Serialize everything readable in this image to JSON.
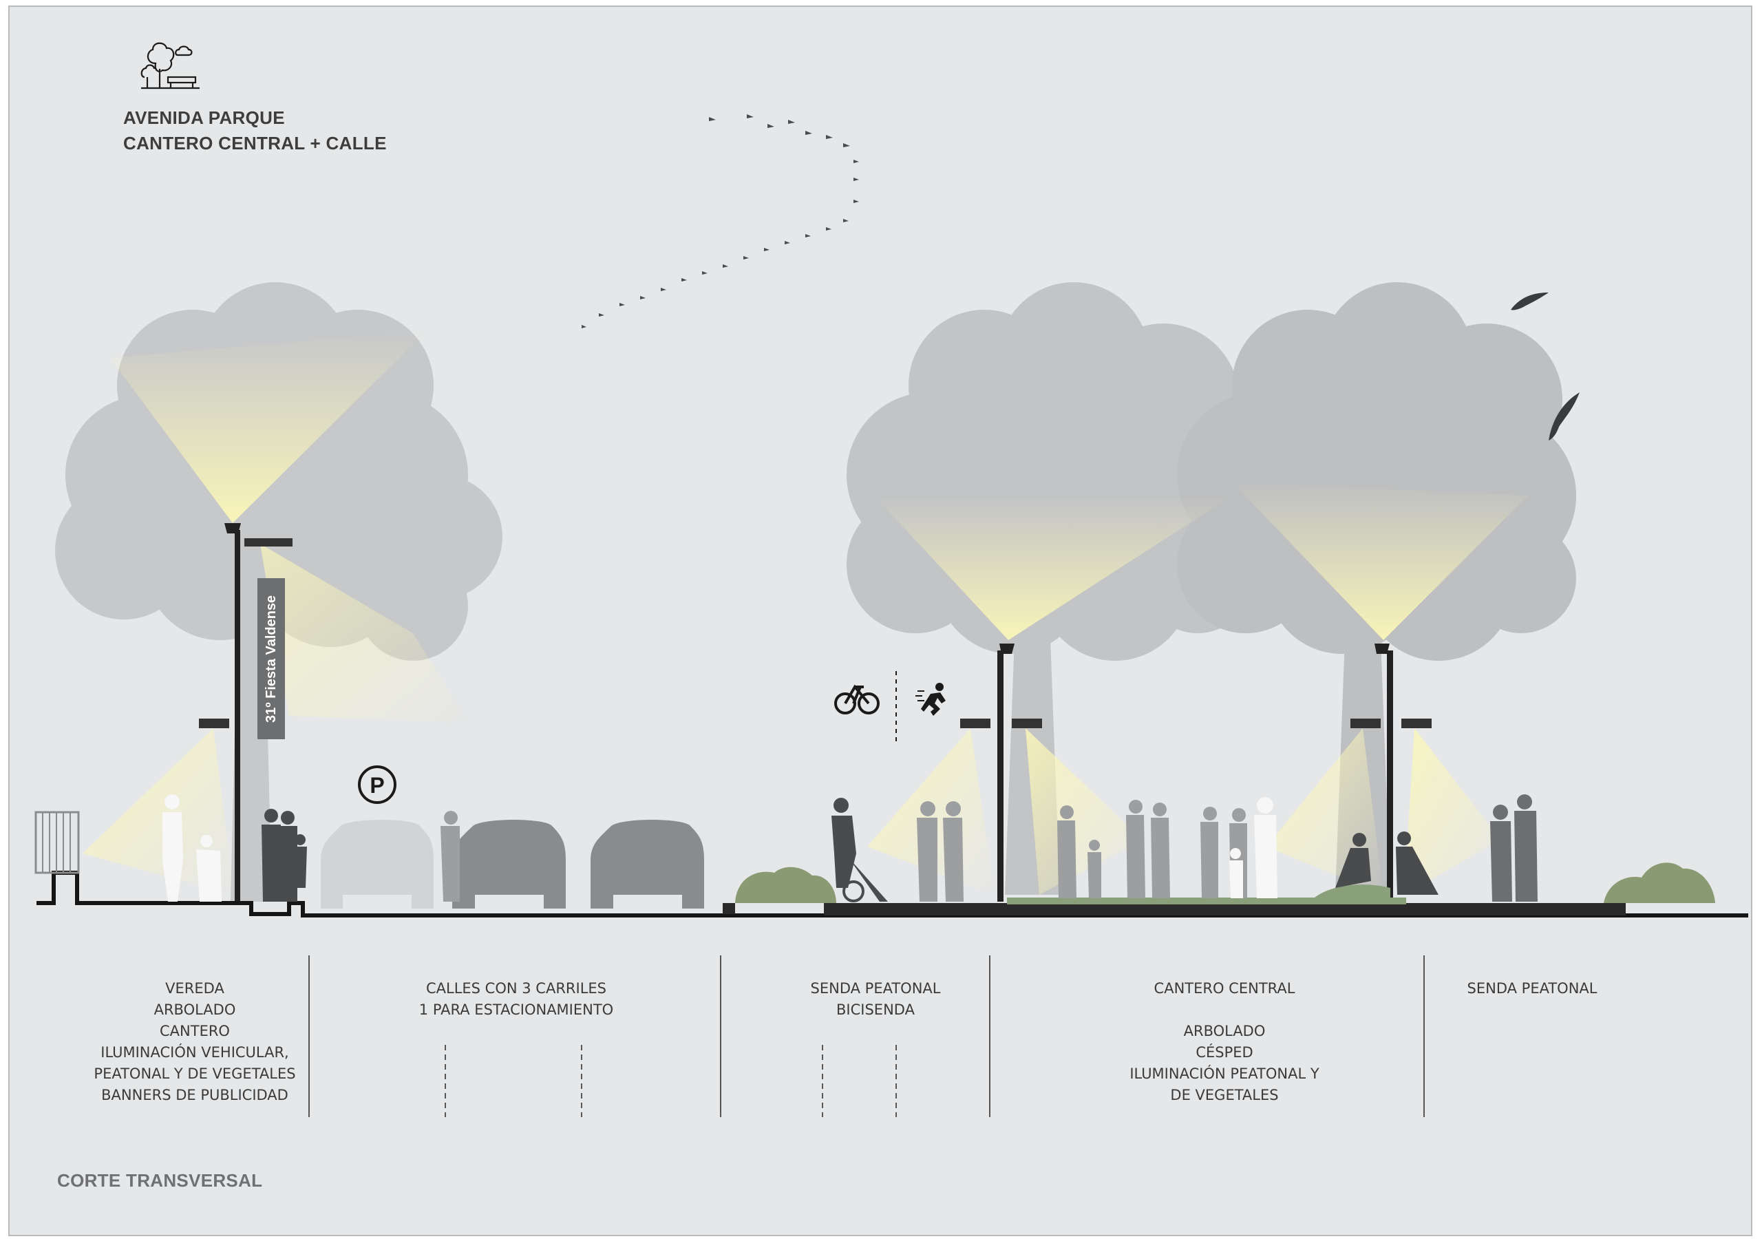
{
  "header": {
    "title_line1": "AVENIDA PARQUE",
    "title_line2": "CANTERO CENTRAL + CALLE",
    "icon": "park-tree-bench-icon"
  },
  "banner": {
    "text": "31º Fiesta Valdense"
  },
  "icons": {
    "parking": "P",
    "bicycle": "bicycle-icon",
    "runner": "runner-icon"
  },
  "zones": [
    {
      "id": "vereda",
      "lines": [
        "VEREDA",
        "ARBOLADO",
        "CANTERO",
        "ILUMINACIÓN VEHICULAR,",
        "PEATONAL Y DE VEGETALES",
        "BANNERS DE PUBLICIDAD"
      ]
    },
    {
      "id": "calles",
      "lines": [
        "CALLES CON 3 CARRILES",
        "1 PARA ESTACIONAMIENTO"
      ]
    },
    {
      "id": "senda-bici",
      "lines": [
        "SENDA PEATONAL",
        "BICISENDA"
      ]
    },
    {
      "id": "cantero",
      "lines": [
        "CANTERO CENTRAL",
        "",
        "ARBOLADO",
        "CÉSPED",
        "ILUMINACIÓN PEATONAL Y",
        "DE VEGETALES"
      ]
    },
    {
      "id": "senda",
      "lines": [
        "SENDA PEATONAL"
      ]
    }
  ],
  "footer": {
    "label": "CORTE TRANSVERSAL"
  },
  "colors": {
    "background": "#e6e7e8",
    "tree": "#c4c5c7",
    "light_glow": "#f4f0a6",
    "shrub": "#8a9a72",
    "ground": "#1a1a1a",
    "car": "#8a8b8d",
    "car_light": "#d2d3d5",
    "person_dark": "#4a4b4d",
    "person_mid": "#9d9ea0",
    "person_light": "#f7f7f7"
  }
}
